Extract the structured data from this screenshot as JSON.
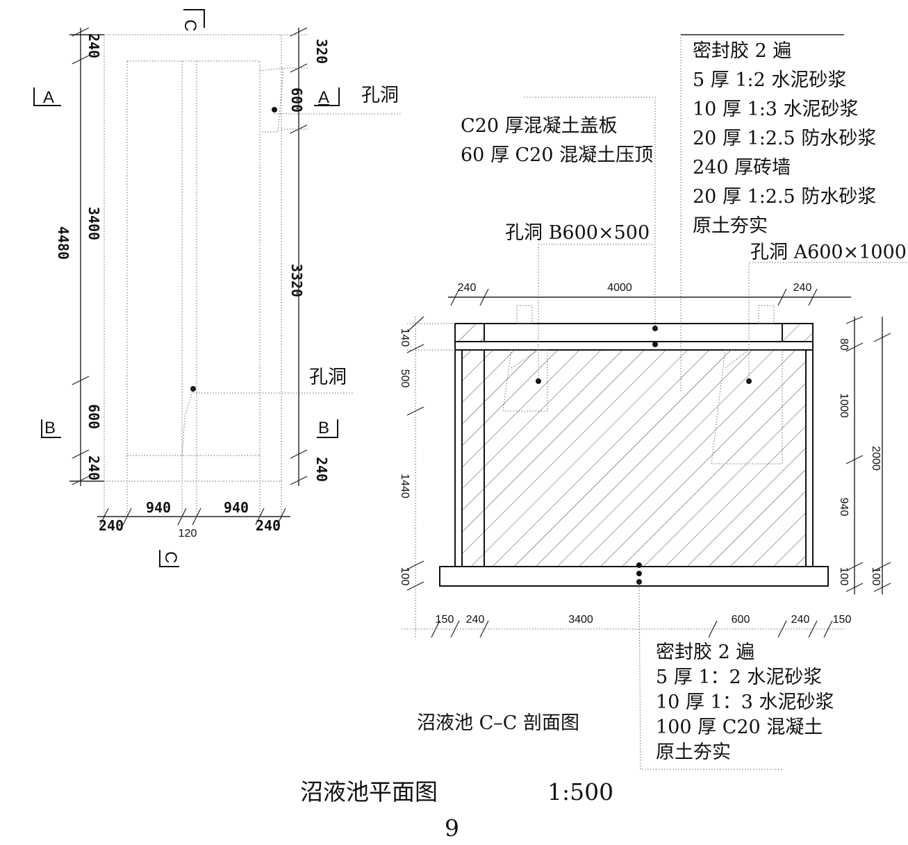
{
  "plan": {
    "section_marks": {
      "a": "A",
      "b": "B",
      "c": "C"
    },
    "dims_left": {
      "overall": "4480",
      "top_wall": "240",
      "inner": "3400",
      "opening": "600",
      "bottom_wall": "240"
    },
    "dims_right": {
      "top": "320",
      "opening": "600",
      "inner": "3320",
      "bottom": "240"
    },
    "dims_bottom": {
      "wall_left": "240",
      "chamber_left": "940",
      "partition": "120",
      "chamber_right": "940",
      "wall_right": "240"
    },
    "labels": {
      "hole_top": "孔洞",
      "hole_bottom": "孔洞"
    }
  },
  "section": {
    "notes_top": [
      "C20 厚混凝土盖板",
      "60 厚 C20 混凝土压顶"
    ],
    "hole_b": "孔洞 B600×500",
    "hole_a": "孔洞 A600×1000",
    "wall_layers": [
      "密封胶 2 遍",
      "5 厚 1:2 水泥砂浆",
      "10 厚 1:3 水泥砂浆",
      "20 厚 1:2.5 防水砂浆",
      "240 厚砖墙",
      "20 厚 1:2.5 防水砂浆",
      "原土夯实"
    ],
    "floor_layers": [
      "密封胶 2 遍",
      "5 厚 1：2 水泥砂浆",
      "10 厚 1：3 水泥砂浆",
      "100 厚 C20 混凝土",
      "原土夯实"
    ],
    "dims_top": {
      "left": "240",
      "middle": "4000",
      "right": "240"
    },
    "dims_left": {
      "cap": "140",
      "opening": "500",
      "lower": "1440",
      "base": "100"
    },
    "dims_right": {
      "cap": "80",
      "opening": "1000",
      "lower": "940",
      "overall": "2000",
      "base": "100"
    },
    "dims_bottom": {
      "a": "150",
      "b": "240",
      "c": "3400",
      "d": "600",
      "e": "240",
      "f": "150"
    },
    "caption": "沼液池 C–C 剖面图"
  },
  "footer": {
    "title": "沼液池平面图",
    "scale": "1:500",
    "page_number": "9"
  }
}
